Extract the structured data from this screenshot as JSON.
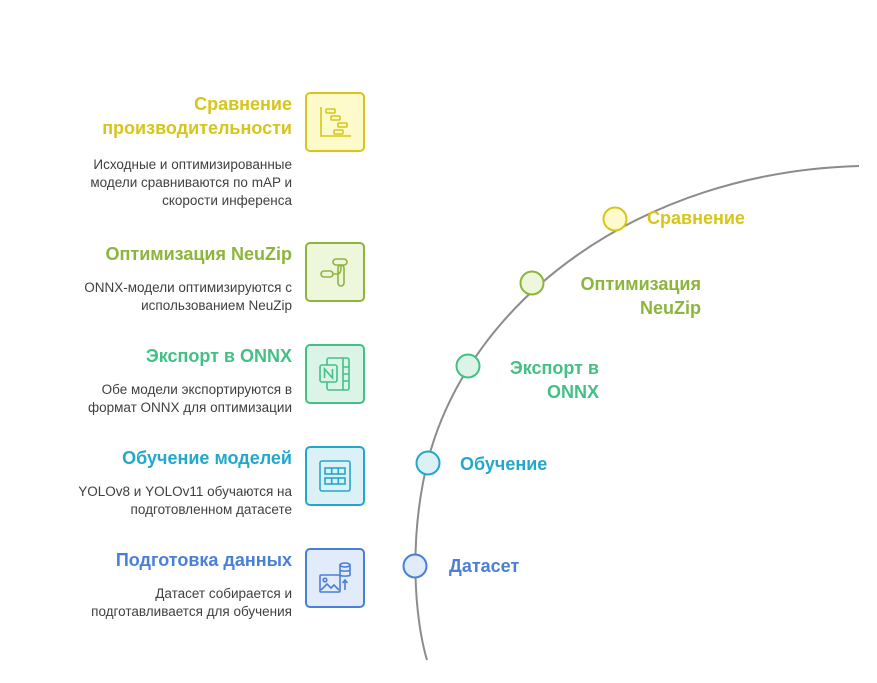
{
  "colors": {
    "yellow": "#D8C51A",
    "yellow_fill": "#FDFBCB",
    "lime": "#8DB53C",
    "lime_fill": "#EEF6DC",
    "green": "#43C084",
    "green_fill": "#DCF4E8",
    "cyan": "#23A8CC",
    "cyan_fill": "#DBF1F7",
    "blue": "#4A7FD8",
    "blue_fill": "#E2EBFA",
    "arc": "#8C8C8C"
  },
  "steps": [
    {
      "title_line1": "Сравнение",
      "title_line2": "производительности",
      "desc_line1": "Исходные и оптимизированные",
      "desc_line2": "модели сравниваются по mAP и",
      "desc_line3": "скорости инференса",
      "icon": "gantt-chart-icon",
      "arc_label_line1": "Сравнение",
      "arc_label_line2": ""
    },
    {
      "title_line1": "Оптимизация NeuZip",
      "desc_line1": "ONNX-модели оптимизируются с",
      "desc_line2": "использованием NeuZip",
      "icon": "pipeline-icon",
      "arc_label_line1": "Оптимизация",
      "arc_label_line2": "NeuZip"
    },
    {
      "title_line1": "Экспорт в ONNX",
      "desc_line1": "Обе модели экспортируются в",
      "desc_line2": "формат ONNX для оптимизации",
      "icon": "onenote-icon",
      "arc_label_line1": "Экспорт в",
      "arc_label_line2": "ONNX"
    },
    {
      "title_line1": "Обучение моделей",
      "desc_line1": "YOLOv8 и YOLOv11 обучаются на",
      "desc_line2": "подготовленном датасете",
      "icon": "grid-table-icon",
      "arc_label_line1": "Обучение",
      "arc_label_line2": ""
    },
    {
      "title_line1": "Подготовка данных",
      "desc_line1": "Датасет собирается и",
      "desc_line2": "подготавливается для обучения",
      "icon": "image-database-icon",
      "arc_label_line1": "Датасет",
      "arc_label_line2": ""
    }
  ]
}
